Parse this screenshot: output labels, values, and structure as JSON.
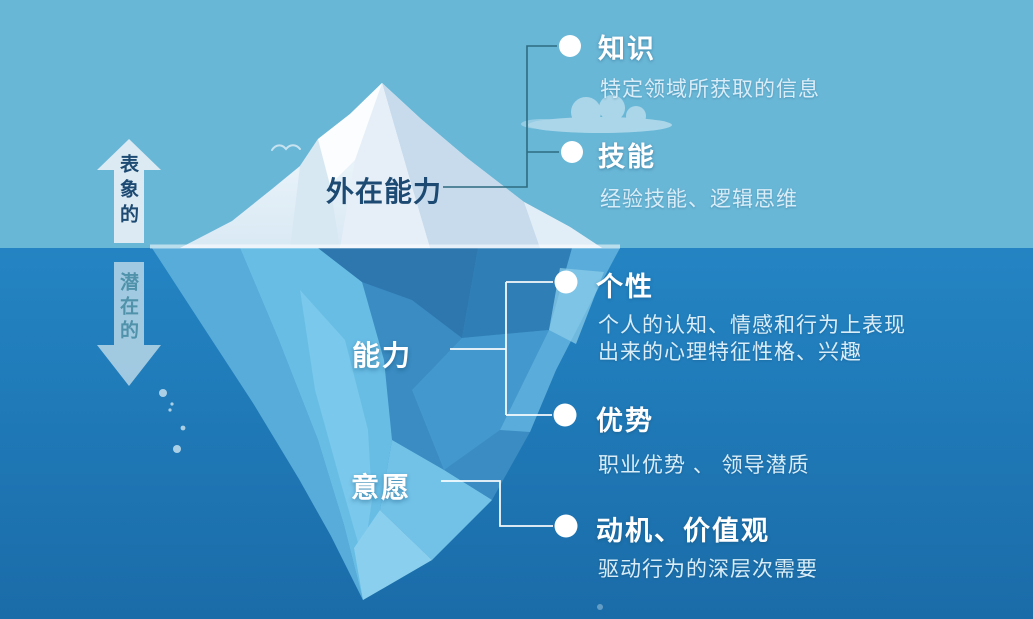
{
  "left_axis": {
    "above_label": "表象的",
    "below_label": "潜在的"
  },
  "iceberg_labels": {
    "surface": "外在能力",
    "ability": "能力",
    "willingness": "意愿"
  },
  "items": [
    {
      "title": "知识",
      "desc": "特定领域所获取的信息"
    },
    {
      "title": "技能",
      "desc": "经验技能、逻辑思维"
    },
    {
      "title": "个性",
      "desc": "个人的认知、情感和行为上表现\n出来的心理特征性格、兴趣"
    },
    {
      "title": "优势",
      "desc": "职业优势 、 领导潜质"
    },
    {
      "title": "动机、价值观",
      "desc": "驱动行为的深层次需要"
    }
  ],
  "colors": {
    "sky": "#69b7d7",
    "water_top": "#2484c3",
    "water_bottom": "#1a6ca8",
    "berg_top": "#f7fbfe",
    "berg_bottom": "#d9e9f4",
    "connector_above": "#2e6b80",
    "connector_below": "#ffffff",
    "bullet": "#ffffff",
    "arrow_up": "#dbeaf3",
    "arrow_down": "#b7d7e7",
    "title_dark": "#1d4a72",
    "heading_light": "#ffffff",
    "desc_light": "#d9edf8"
  }
}
